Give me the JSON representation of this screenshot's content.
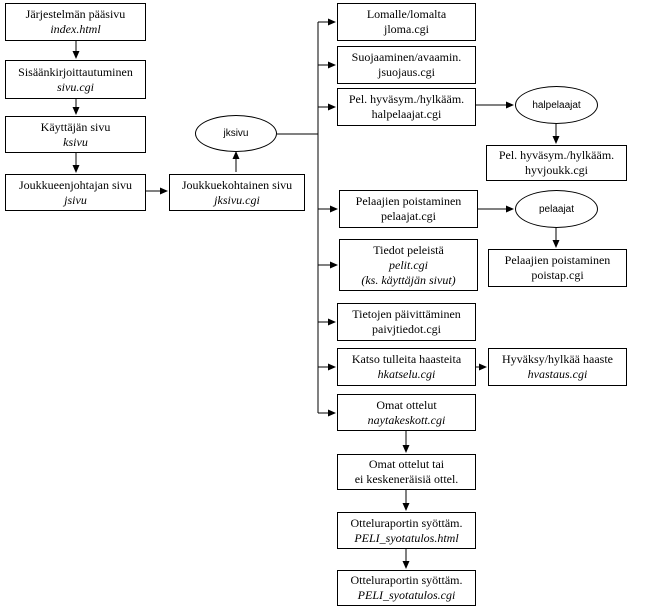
{
  "nodes": {
    "index": {
      "title": "Järjestelmän pääsivu",
      "file": "index.html"
    },
    "sivu": {
      "title": "Sisäänkirjoittautuminen",
      "file": "sivu.cgi"
    },
    "ksivu": {
      "title": "Käyttäjän sivu",
      "file": "ksivu"
    },
    "jsivu": {
      "title": "Joukkueenjohtajan sivu",
      "file": "jsivu"
    },
    "jksivu": {
      "title": "Joukkuekohtainen sivu",
      "file": "jksivu.cgi"
    },
    "jksivu_oval": {
      "label": "jksivu"
    },
    "jloma": {
      "title": "Lomalle/lomalta",
      "file": "jloma.cgi"
    },
    "jsuojaus": {
      "title": "Suojaaminen/avaamin.",
      "file": "jsuojaus.cgi"
    },
    "halpelaajat": {
      "title": "Pel. hyväsym./hylkääm.",
      "file": "halpelaajat.cgi"
    },
    "halpelaajat_oval": {
      "label": "halpelaajat"
    },
    "hyvjoukk": {
      "title": "Pel. hyväsym./hylkääm.",
      "file": "hyvjoukk.cgi"
    },
    "pelaajat": {
      "title": "Pelaajien poistaminen",
      "file": "pelaajat.cgi"
    },
    "pelaajat_oval": {
      "label": "pelaajat"
    },
    "poistap": {
      "title": "Pelaajien poistaminen",
      "file": "poistap.cgi"
    },
    "pelit": {
      "title": "Tiedot peleistä",
      "file": "pelit.cgi",
      "note": "(ks. käyttäjän sivut)"
    },
    "paivjtiedot": {
      "title": "Tietojen päivittäminen",
      "file": "paivjtiedot.cgi"
    },
    "hkatselu": {
      "title": "Katso tulleita haasteita",
      "file": "hkatselu.cgi"
    },
    "hvastaus": {
      "title": "Hyväksy/hylkää haaste",
      "file": "hvastaus.cgi"
    },
    "naytakeskott": {
      "title": "Omat ottelut",
      "file": "naytakeskott.cgi"
    },
    "keskeneraisia": {
      "title": "Omat ottelut tai",
      "subtitle": "ei keskeneräisiä ottel."
    },
    "syotatulos_html": {
      "title": "Otteluraportin syöttäm.",
      "file": "PELI_syotatulos.html"
    },
    "syotatulos_cgi": {
      "title": "Otteluraportin syöttäm.",
      "file": "PELI_syotatulos.cgi"
    }
  }
}
